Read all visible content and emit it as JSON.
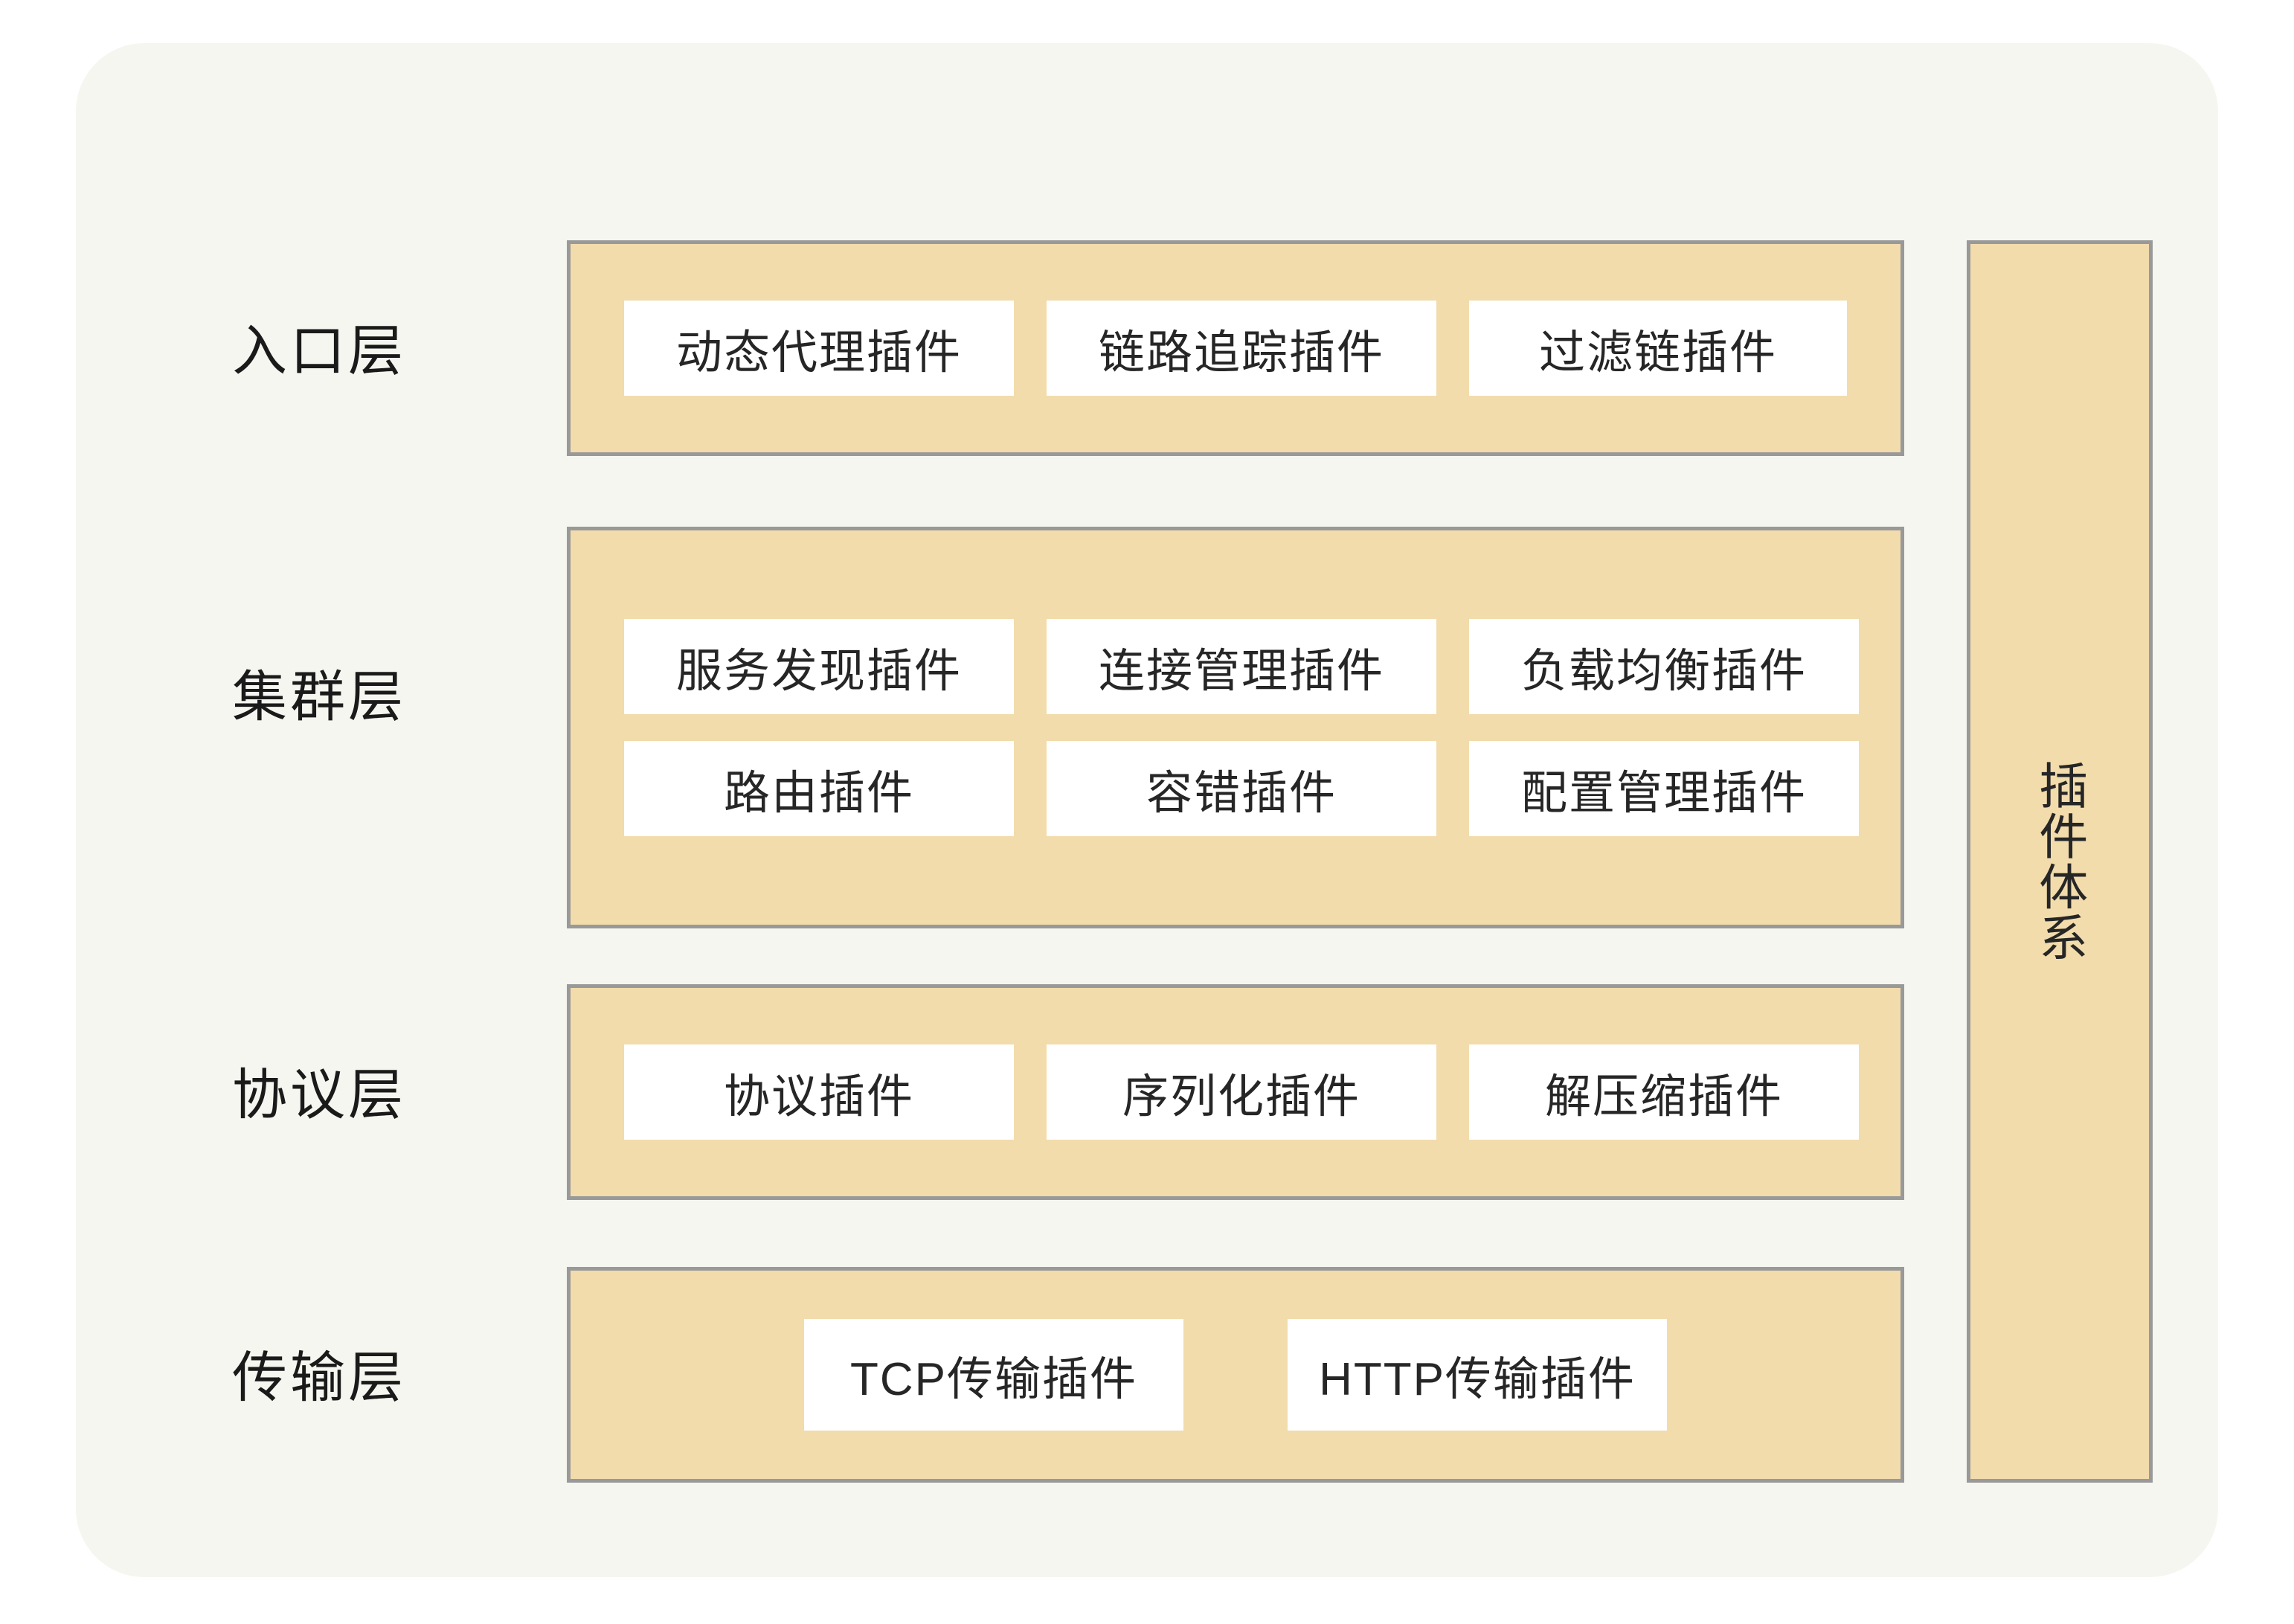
{
  "diagram": {
    "title": "插件体系",
    "colors": {
      "page_background": "#FFFFFF",
      "card_background": "#F5F6F0",
      "band_fill": "#F2DCAC",
      "band_border": "#999999",
      "chip_fill": "#FFFFFF",
      "text": "#262626",
      "label_text": "#1A1A1A"
    },
    "side_panel": {
      "label": "插件体系",
      "orientation": "vertical"
    },
    "layers": [
      {
        "id": "entry",
        "label": "入口层",
        "rows": [
          {
            "plugins": [
              "动态代理插件",
              "链路追踪插件",
              "过滤链插件"
            ]
          }
        ]
      },
      {
        "id": "cluster",
        "label": "集群层",
        "rows": [
          {
            "plugins": [
              "服务发现插件",
              "连接管理插件",
              "负载均衡插件"
            ]
          },
          {
            "plugins": [
              "路由插件",
              "容错插件",
              "配置管理插件"
            ]
          }
        ]
      },
      {
        "id": "protocol",
        "label": "协议层",
        "rows": [
          {
            "plugins": [
              "协议插件",
              "序列化插件",
              "解压缩插件"
            ]
          }
        ]
      },
      {
        "id": "transport",
        "label": "传输层",
        "rows": [
          {
            "plugins": [
              "TCP传输插件",
              "HTTP传输插件"
            ]
          }
        ]
      }
    ]
  }
}
